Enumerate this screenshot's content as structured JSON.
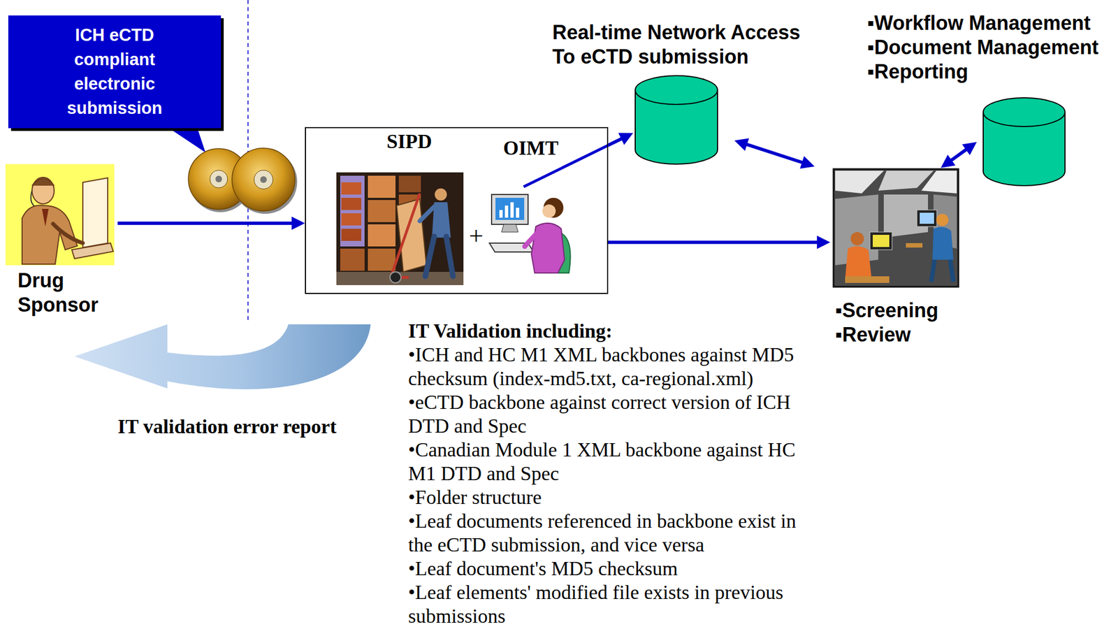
{
  "diagram": {
    "nodes": [
      {
        "text": [
          "ICH eCTD compliant electronic submission"
        ]
      },
      {
        "text": [
          "Drug Sponsor"
        ]
      },
      {
        "text": [
          "SIPD",
          "OIMT"
        ]
      },
      {
        "text": [
          "Real-time Network Access To eCTD submission"
        ]
      },
      {
        "text": [
          "▪Screening",
          "▪Review"
        ]
      },
      {
        "text": [
          "▪Workflow Management",
          "▪Document Management",
          "▪Reporting"
        ]
      }
    ],
    "edges": [
      {
        "from": 1,
        "to": 2,
        "arrow": "to"
      },
      {
        "from": 2,
        "to": 3,
        "arrow": "to"
      },
      {
        "from": 3,
        "to": 4,
        "arrow": "both"
      },
      {
        "from": 2,
        "to": 4,
        "arrow": "to"
      },
      {
        "from": 4,
        "to": 5,
        "arrow": "both"
      }
    ],
    "labels": [
      "+",
      "IT validation error report",
      "IT Validation including:",
      "•ICH and HC M1 XML backbones against MD5 checksum (index-md5.txt, ca-regional.xml)",
      "•eCTD backbone against correct version of ICH DTD and Spec",
      "•Canadian Module 1 XML backbone against HC M1 DTD and Spec",
      "•Folder structure",
      "•Leaf documents referenced in backbone exist in the eCTD submission, and vice versa",
      "•Leaf document's MD5 checksum",
      "•Leaf elements' modified file exists in previous submissions"
    ]
  }
}
